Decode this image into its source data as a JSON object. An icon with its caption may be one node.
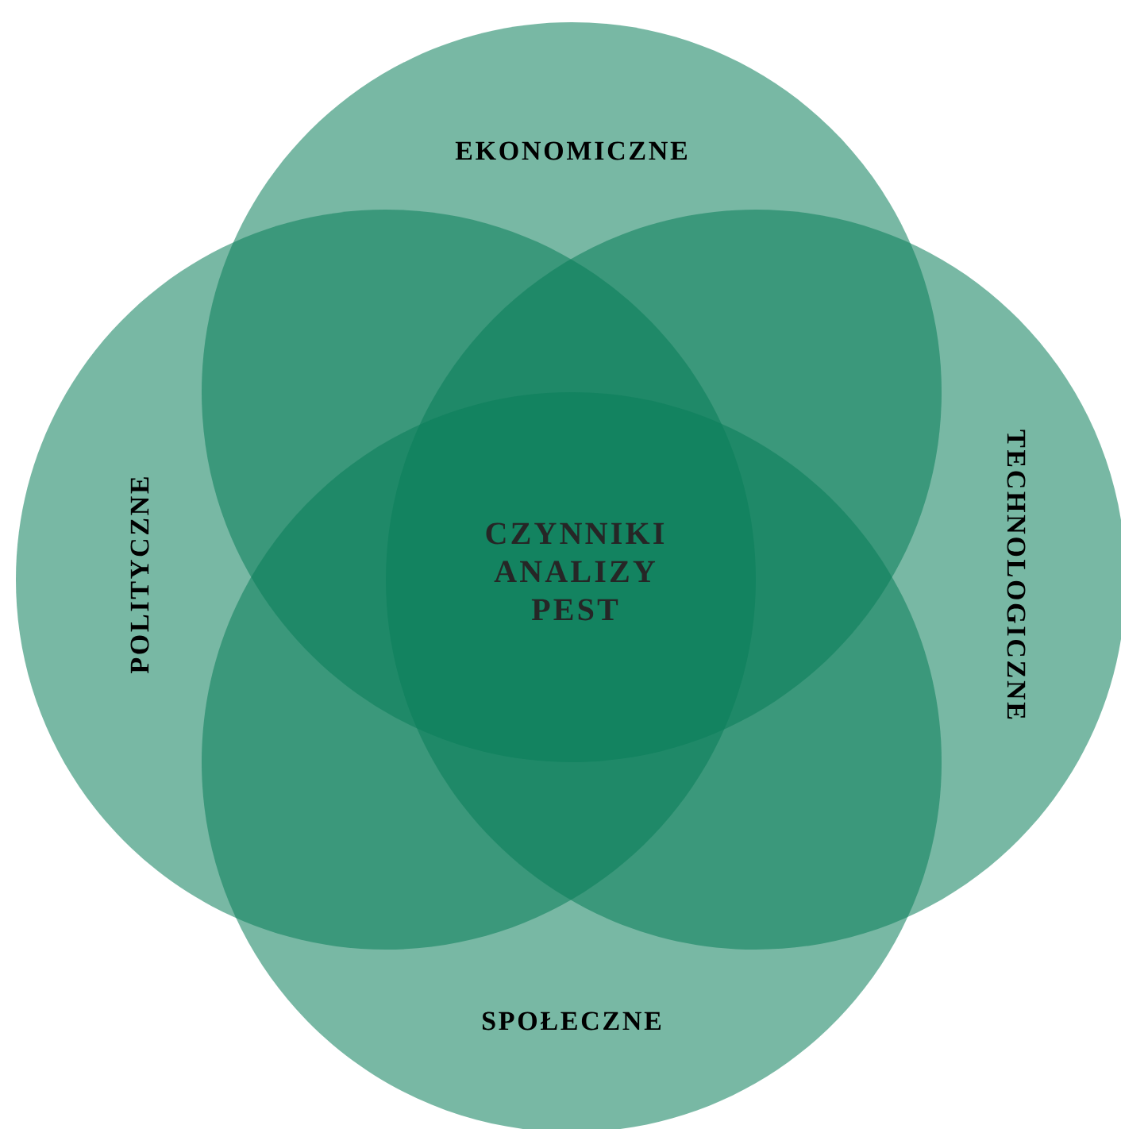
{
  "diagram": {
    "nodes": [
      {
        "text": [
          "EKONOMICZNE"
        ]
      },
      {
        "text": [
          "POLITYCZNE"
        ]
      },
      {
        "text": [
          "TECHNOLOGICZNE"
        ]
      },
      {
        "text": [
          "SPOŁECZNE"
        ]
      }
    ],
    "labels": [
      "CZYNNIKI ANALIZY PEST"
    ]
  }
}
